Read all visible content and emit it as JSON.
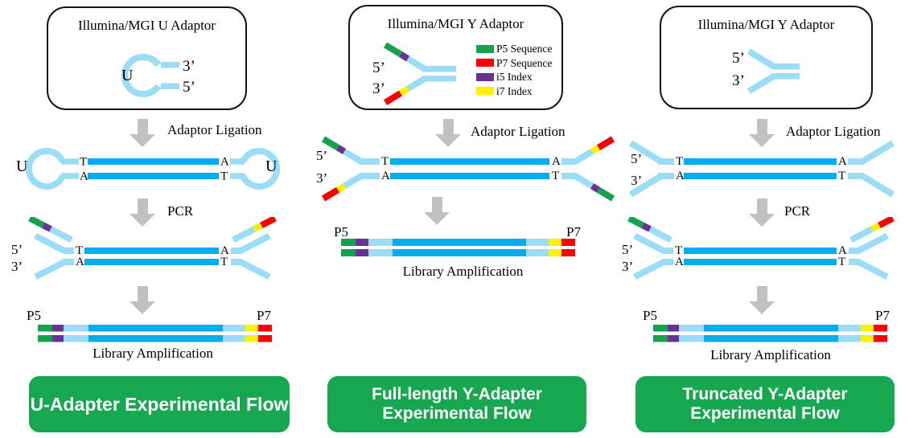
{
  "colors": {
    "adapter_light_blue": "#9BDCF7",
    "insert_blue": "#00AEEF",
    "p5_green": "#14A24E",
    "p7_red": "#FB0000",
    "i5_purple": "#6A3194",
    "i7_yellow": "#FFF100",
    "arrow_gray": "#C1C1C1",
    "banner_green": "#17A750"
  },
  "labels": {
    "five_prime": "5’",
    "three_prime": "3’",
    "u": "U",
    "t": "T",
    "a": "A",
    "p5": "P5",
    "p7": "P7"
  },
  "steps": {
    "adaptor_ligation": "Adaptor Ligation",
    "pcr": "PCR",
    "library_amplification": "Library Amplification"
  },
  "columns": [
    {
      "box_title": "Illumina/MGI U Adaptor",
      "banner_lines": [
        "U-Adapter Experimental Flow"
      ]
    },
    {
      "box_title": "Illumina/MGI Y Adaptor",
      "legend": [
        {
          "label": "P5 Sequence",
          "color": "#14A24E"
        },
        {
          "label": "P7 Sequence",
          "color": "#FB0000"
        },
        {
          "label": "i5 Index",
          "color": "#6A3194"
        },
        {
          "label": "i7 Index",
          "color": "#FFF100"
        }
      ],
      "banner_lines": [
        "Full-length Y-Adapter",
        "Experimental Flow"
      ]
    },
    {
      "box_title": "Illumina/MGI Y Adaptor",
      "banner_lines": [
        "Truncated Y-Adapter",
        "Experimental Flow"
      ]
    }
  ]
}
